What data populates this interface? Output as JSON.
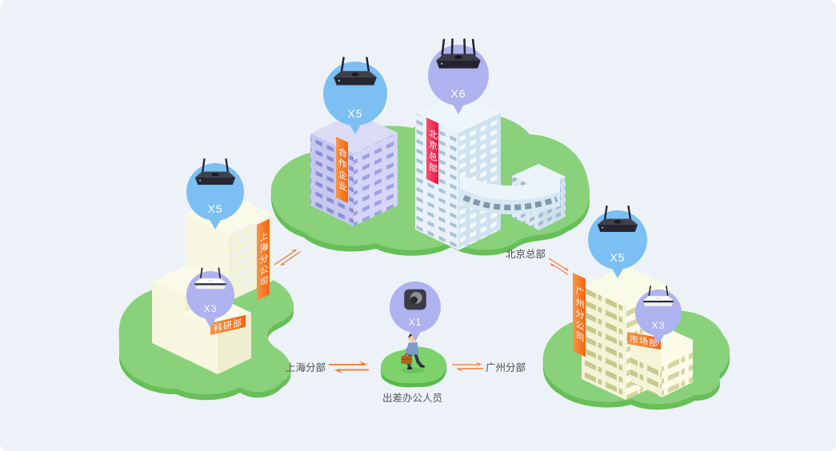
{
  "colors": {
    "background": "#edf2f8",
    "island_green": "#8ad17b",
    "island_rim": "#66bf57",
    "bubble_blue": "#7cbff2",
    "bubble_purple": "#aeb2ef",
    "banner_orange": "#f5762c",
    "banner_red": "#ee2d56",
    "arrow_orange": "#f4732a"
  },
  "beijing_island": {
    "partner_building": {
      "banner": "合作企业",
      "router_model": "X5"
    },
    "hq_building": {
      "banner": "北京总部",
      "router_model": "X6"
    },
    "link_label": "北京总部"
  },
  "shanghai_island": {
    "main_building": {
      "banner": "上海分公司",
      "router_model": "X5"
    },
    "dept_building": {
      "banner": "科研部",
      "router_model": "X3"
    },
    "link_label": "上海分部"
  },
  "guangzhou_island": {
    "main_building": {
      "banner": "广州分公司",
      "router_model": "X5"
    },
    "dept_building": {
      "banner": "市场部",
      "router_model": "X3"
    },
    "link_label": "广州分部"
  },
  "traveler": {
    "caption": "出差办公人员",
    "router_model": "X1"
  }
}
